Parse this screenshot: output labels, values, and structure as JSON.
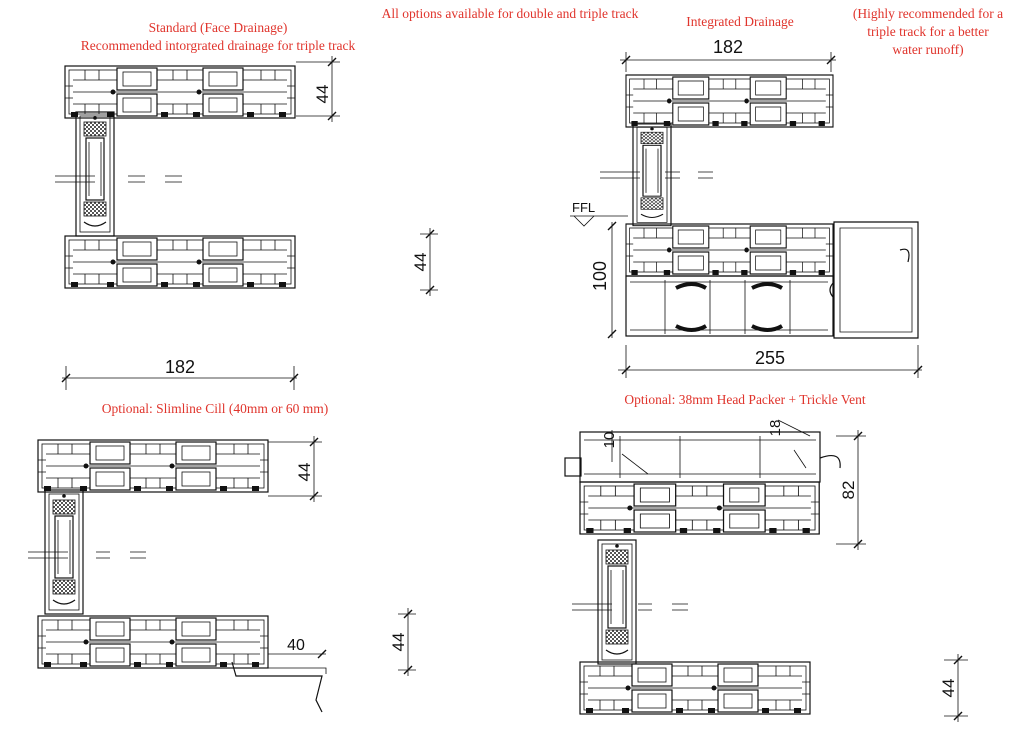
{
  "labels": {
    "standard_title": "Standard (Face Drainage)",
    "standard_subtitle": "Recommended intorgrated drainage for triple track",
    "all_options": "All options available for double and triple track",
    "integrated_title": "Integrated Drainage",
    "highly_recommended_1": "(Highly recommended for a",
    "highly_recommended_2": "triple track for a better",
    "highly_recommended_3": "water runoff)",
    "slimline_title": "Optional: Slimline Cill (40mm or 60 mm)",
    "head_packer_title": "Optional: 38mm Head Packer + Trickle Vent"
  },
  "dims": {
    "std_head_height": "44",
    "std_cill_height": "44",
    "std_width": "182",
    "int_width_top": "182",
    "ffl": "FFL",
    "int_height": "100",
    "int_width_bottom": "255",
    "slim_head_height": "44",
    "slim_cill_ext": "40",
    "slim_cill_height": "44",
    "hp_ten": "10",
    "hp_eighteen": "18",
    "hp_height": "82",
    "hp_cill_height": "44"
  },
  "colors": {
    "label_red": "#e0342c",
    "line": "#111111"
  }
}
